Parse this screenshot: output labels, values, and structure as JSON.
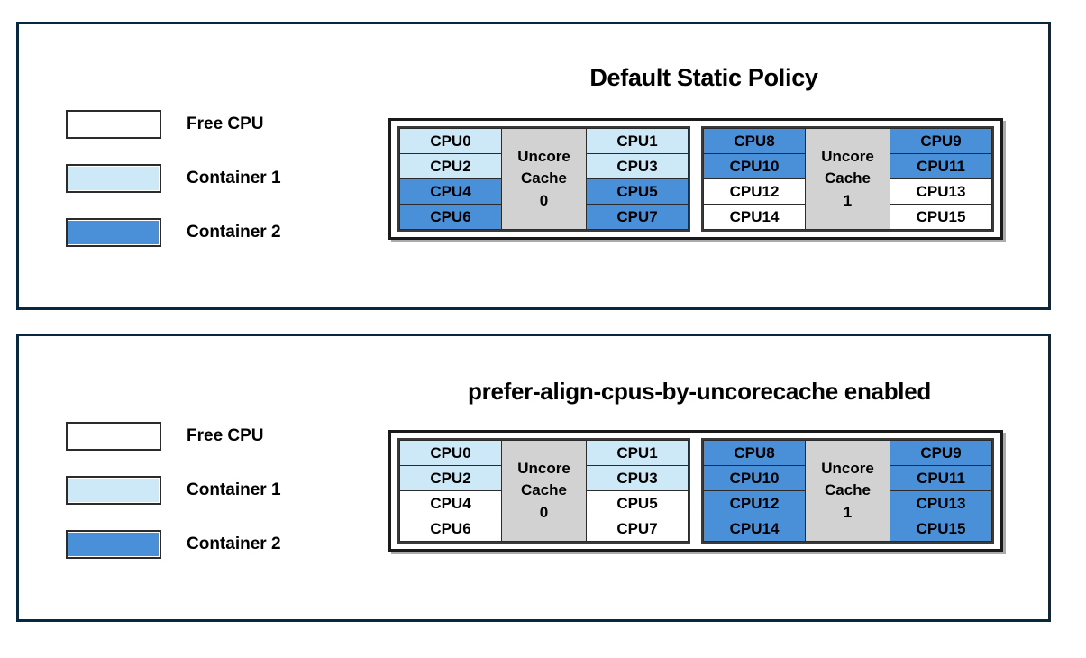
{
  "colors": {
    "free_cpu": "#ffffff",
    "container1": "#cde9f7",
    "container2": "#4a90d9",
    "uncore_cache": "#d2d2d2",
    "panel_border": "#08283f",
    "cell_border": "#2b2b2b"
  },
  "legend": {
    "items": [
      {
        "label": "Free CPU",
        "fill": "free"
      },
      {
        "label": "Container 1",
        "fill": "c1"
      },
      {
        "label": "Container 2",
        "fill": "c2"
      }
    ]
  },
  "panels": [
    {
      "title": "Default Static Policy",
      "sockets": [
        {
          "cache_line1": "Uncore",
          "cache_line2": "Cache",
          "cache_line3": "0",
          "left_column": [
            {
              "label": "CPU0",
              "fill": "c1"
            },
            {
              "label": "CPU2",
              "fill": "c1"
            },
            {
              "label": "CPU4",
              "fill": "c2"
            },
            {
              "label": "CPU6",
              "fill": "c2"
            }
          ],
          "right_column": [
            {
              "label": "CPU1",
              "fill": "c1"
            },
            {
              "label": "CPU3",
              "fill": "c1"
            },
            {
              "label": "CPU5",
              "fill": "c2"
            },
            {
              "label": "CPU7",
              "fill": "c2"
            }
          ]
        },
        {
          "cache_line1": "Uncore",
          "cache_line2": "Cache",
          "cache_line3": "1",
          "left_column": [
            {
              "label": "CPU8",
              "fill": "c2"
            },
            {
              "label": "CPU10",
              "fill": "c2"
            },
            {
              "label": "CPU12",
              "fill": "free"
            },
            {
              "label": "CPU14",
              "fill": "free"
            }
          ],
          "right_column": [
            {
              "label": "CPU9",
              "fill": "c2"
            },
            {
              "label": "CPU11",
              "fill": "c2"
            },
            {
              "label": "CPU13",
              "fill": "free"
            },
            {
              "label": "CPU15",
              "fill": "free"
            }
          ]
        }
      ]
    },
    {
      "title": "prefer-align-cpus-by-uncorecache enabled",
      "sockets": [
        {
          "cache_line1": "Uncore",
          "cache_line2": "Cache",
          "cache_line3": "0",
          "left_column": [
            {
              "label": "CPU0",
              "fill": "c1"
            },
            {
              "label": "CPU2",
              "fill": "c1"
            },
            {
              "label": "CPU4",
              "fill": "free"
            },
            {
              "label": "CPU6",
              "fill": "free"
            }
          ],
          "right_column": [
            {
              "label": "CPU1",
              "fill": "c1"
            },
            {
              "label": "CPU3",
              "fill": "c1"
            },
            {
              "label": "CPU5",
              "fill": "free"
            },
            {
              "label": "CPU7",
              "fill": "free"
            }
          ]
        },
        {
          "cache_line1": "Uncore",
          "cache_line2": "Cache",
          "cache_line3": "1",
          "left_column": [
            {
              "label": "CPU8",
              "fill": "c2"
            },
            {
              "label": "CPU10",
              "fill": "c2"
            },
            {
              "label": "CPU12",
              "fill": "c2"
            },
            {
              "label": "CPU14",
              "fill": "c2"
            }
          ],
          "right_column": [
            {
              "label": "CPU9",
              "fill": "c2"
            },
            {
              "label": "CPU11",
              "fill": "c2"
            },
            {
              "label": "CPU13",
              "fill": "c2"
            },
            {
              "label": "CPU15",
              "fill": "c2"
            }
          ]
        }
      ]
    }
  ]
}
